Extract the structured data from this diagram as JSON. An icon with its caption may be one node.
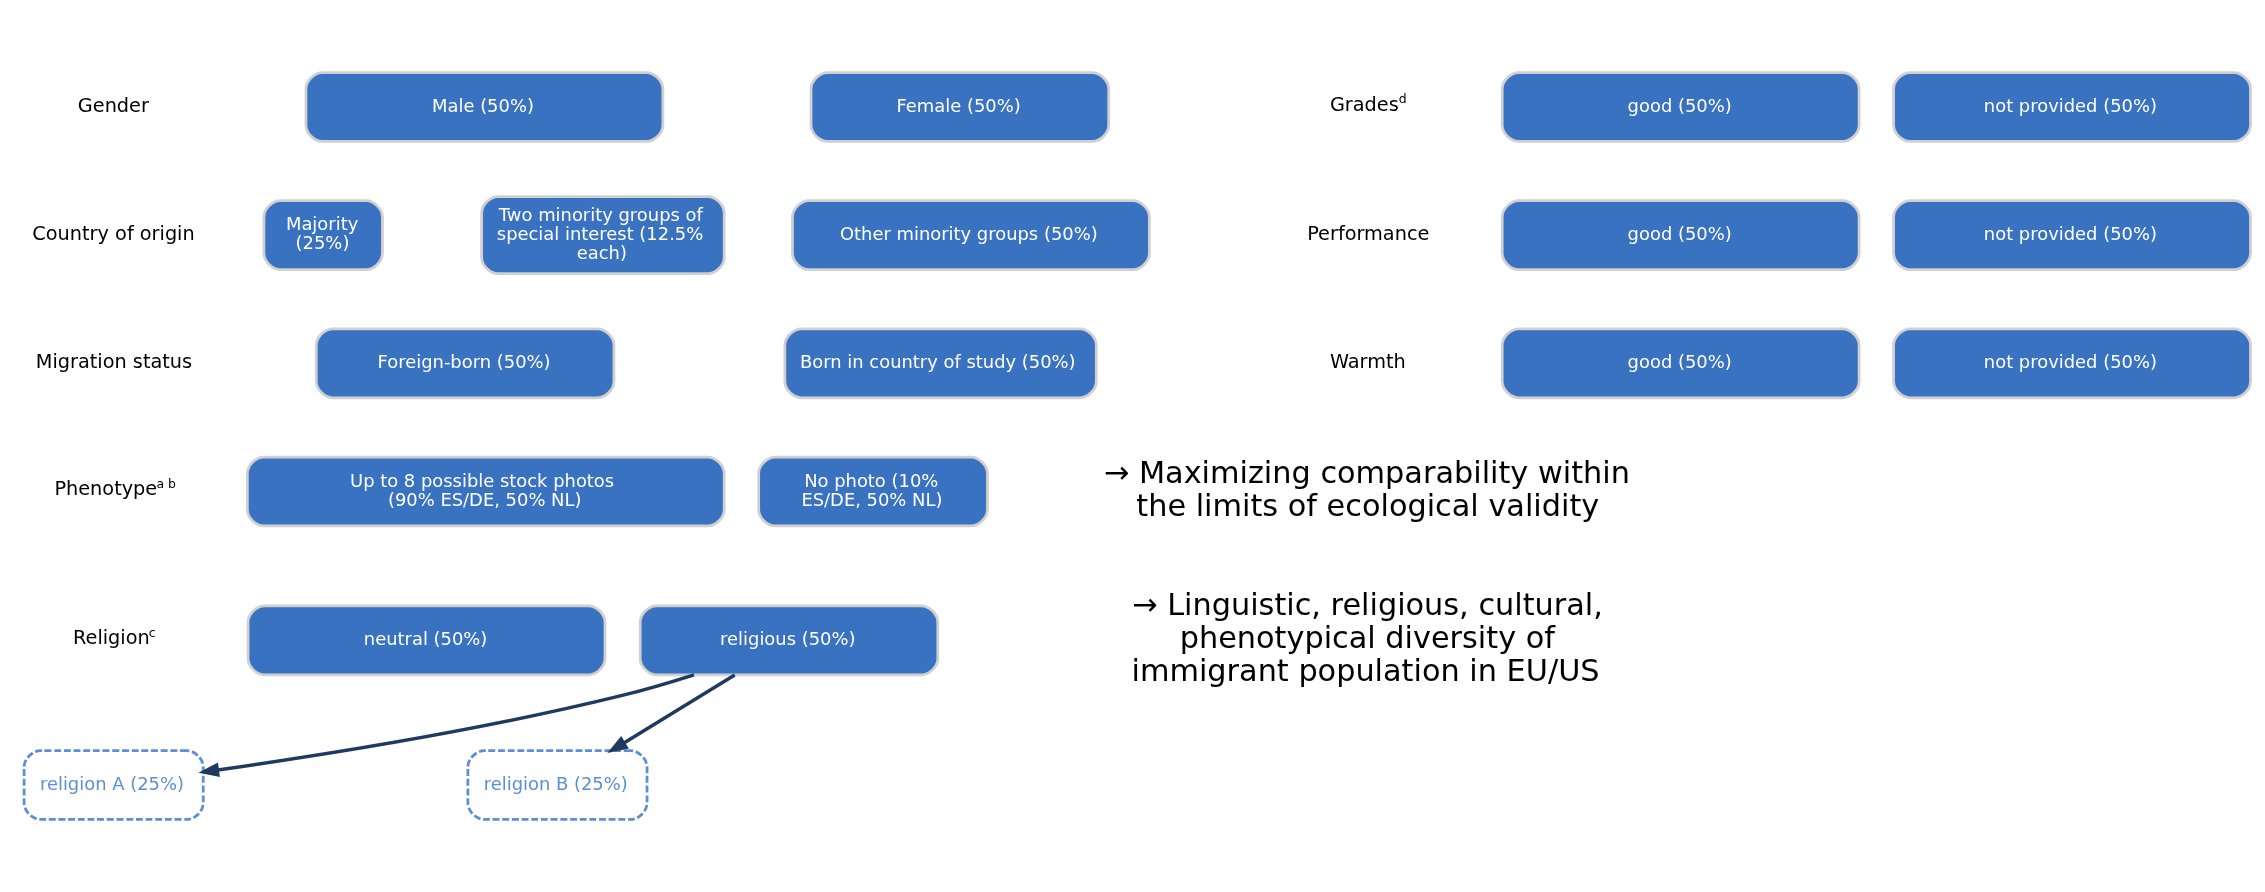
{
  "diagram": {
    "nodes": [
      {
        "text": [
          "Male (50%)"
        ]
      },
      {
        "text": [
          "Female (50%)"
        ]
      },
      {
        "text": [
          "Majority (25%)"
        ]
      },
      {
        "text": [
          "Two minority groups of special interest (12.5% each)"
        ]
      },
      {
        "text": [
          "Other minority groups (50%)"
        ]
      },
      {
        "text": [
          "Foreign-born (50%)"
        ]
      },
      {
        "text": [
          "Born in country of study (50%)"
        ]
      },
      {
        "text": [
          "Up to 8 possible stock photos (90% ES/DE, 50% NL)"
        ]
      },
      {
        "text": [
          "No photo (10% ES/DE, 50% NL)"
        ]
      },
      {
        "text": [
          "neutral (50%)"
        ]
      },
      {
        "text": [
          "religious (50%)"
        ]
      },
      {
        "text": [
          "religion A (25%)"
        ]
      },
      {
        "text": [
          "religion B (25%)"
        ]
      },
      {
        "text": [
          "good (50%)"
        ]
      },
      {
        "text": [
          "not provided (50%)"
        ]
      },
      {
        "text": [
          "good (50%)"
        ]
      },
      {
        "text": [
          "not provided (50%)"
        ]
      },
      {
        "text": [
          "good (50%)"
        ]
      },
      {
        "text": [
          "not provided (50%)"
        ]
      }
    ],
    "edges": [
      {
        "from": 10,
        "to": 11,
        "arrow": "to"
      },
      {
        "from": 10,
        "to": 12,
        "arrow": "to"
      }
    ],
    "labels": [
      "Gender",
      "Country of origin",
      "Migration status",
      "Phenotype$^{a b}$",
      "Religion$^{c}$",
      "Grades$^{d}$",
      "Performance",
      "Warmth",
      "→ Maximizing comparability within the limits of ecological validity",
      "→ Linguistic, religious, cultural, phenotypical diversity of immigrant population in EU/US"
    ]
  }
}
